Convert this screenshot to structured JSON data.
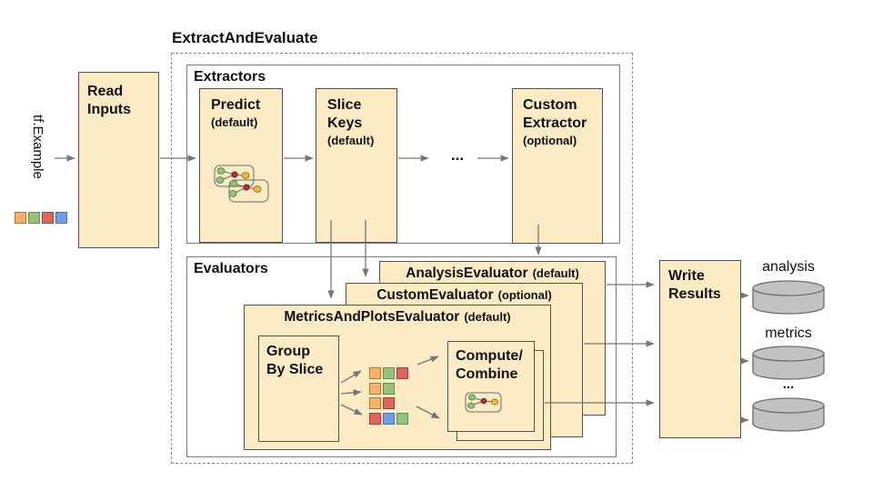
{
  "title": "ExtractAndEvaluate",
  "input": {
    "label": "tf.Example"
  },
  "read_inputs": {
    "line1": "Read",
    "line2": "Inputs"
  },
  "extractors": {
    "label": "Extractors",
    "predict": {
      "name": "Predict",
      "qualifier": "(default)"
    },
    "slice_keys": {
      "line1": "Slice",
      "line2": "Keys",
      "qualifier": "(default)"
    },
    "ellipsis": "...",
    "custom_extractor": {
      "line1": "Custom",
      "line2": "Extractor",
      "qualifier": "(optional)"
    }
  },
  "evaluators": {
    "label": "Evaluators",
    "analysis_evaluator": {
      "name": "AnalysisEvaluator",
      "qualifier": "(default)"
    },
    "custom_evaluator": {
      "name": "CustomEvaluator",
      "qualifier": "(optional)"
    },
    "metrics_and_plots_evaluator": {
      "name": "MetricsAndPlotsEvaluator",
      "qualifier": "(default)"
    },
    "group_by_slice": {
      "line1": "Group",
      "line2": "By Slice"
    },
    "compute_combine": {
      "line1": "Compute/",
      "line2": "Combine"
    }
  },
  "write_results": {
    "line1": "Write",
    "line2": "Results"
  },
  "outputs": {
    "labels": [
      "analysis",
      "metrics",
      "..."
    ]
  },
  "colors": {
    "box_fill": "#FCEBC4",
    "box_border": "#56524A",
    "container_border": "#7A7A7A",
    "arrow": "#757575",
    "cylinder_fill": "#C2C2C2",
    "cylinder_border": "#6B6B6B"
  },
  "squares": {
    "palette": {
      "orange": {
        "fill": "#F6B26B",
        "stroke": "#AE7A33"
      },
      "green": {
        "fill": "#93C47D",
        "stroke": "#63904C"
      },
      "red": {
        "fill": "#DE6660",
        "stroke": "#A13F3A"
      },
      "blue": {
        "fill": "#6D9EEB",
        "stroke": "#4274C4"
      }
    },
    "input_row": [
      "orange",
      "green",
      "red",
      "blue"
    ],
    "slice_groups": [
      [
        "orange",
        "green",
        "red"
      ],
      [
        "orange",
        "green"
      ],
      [
        "orange",
        "red"
      ],
      [
        "red",
        "blue",
        "green"
      ]
    ]
  }
}
